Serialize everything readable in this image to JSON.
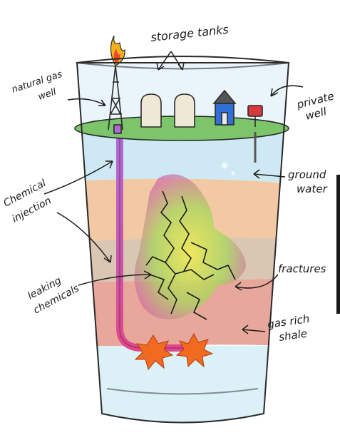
{
  "labels": {
    "storage_tanks": "storage tanks",
    "natural_gas_well_1": "natural gas",
    "natural_gas_well_2": "well",
    "private_well_1": "private",
    "private_well_2": "well",
    "ground_water_1": "ground",
    "ground_water_2": "water",
    "chemical_injection_1": "Chemical",
    "chemical_injection_2": "injection",
    "fractures": "fractures",
    "leaking_chemicals_1": "leaking",
    "leaking_chemicals_2": "chemicals",
    "gas_rich_shale_1": "gas rich",
    "gas_rich_shale_2": "shale"
  },
  "colors": {
    "glass_outline": "#2a2a2a",
    "water_top": "#d7eef7",
    "sand_layer": "#f2c9a2",
    "rock_layer": "#d9c6b3",
    "shale_layer": "#e8a79b",
    "surface_green": "#7dc56a",
    "pipe_pink": "#d8498f",
    "plume_yellow": "#f2e94a",
    "plume_green": "#9fd45a",
    "plume_magenta": "#d65ab0",
    "explosion": "#f06a1f",
    "house_blue": "#2f6fd6",
    "well_red": "#d63a3a",
    "tank_cream": "#efe8d6"
  },
  "icons": [
    "flame-icon",
    "derrick-icon",
    "storage-tank-icon",
    "house-icon",
    "private-well-icon",
    "explosion-icon"
  ]
}
